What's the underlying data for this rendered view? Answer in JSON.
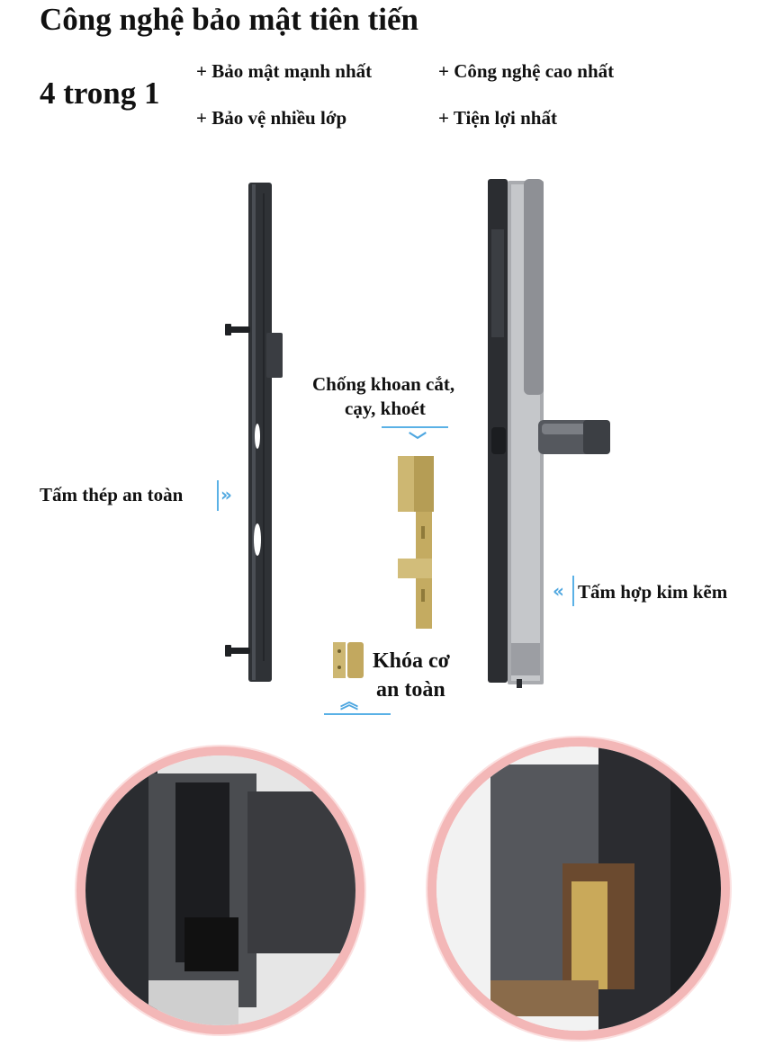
{
  "header": {
    "title": "Công nghệ bảo mật tiên tiến",
    "subtitle": "4 trong 1",
    "features": [
      "+ Bảo mật mạnh nhất",
      "+ Công nghệ cao nhất",
      "+ Bảo vệ nhiều lớp",
      "+ Tiện lợi nhất"
    ]
  },
  "labels": {
    "drill": "Chống khoan cắt,",
    "drill2": "cạy, khoét",
    "steel_plate": "Tấm thép an toàn",
    "zinc_plate": "Tấm hợp kim kẽm",
    "mech_lock": "Khóa cơ",
    "mech_lock2": "an toàn"
  },
  "colors": {
    "accent": "#5ab1e6",
    "ring": "#f3b7b7",
    "brass": "#c9b26b",
    "steel": "#3a3d42"
  }
}
